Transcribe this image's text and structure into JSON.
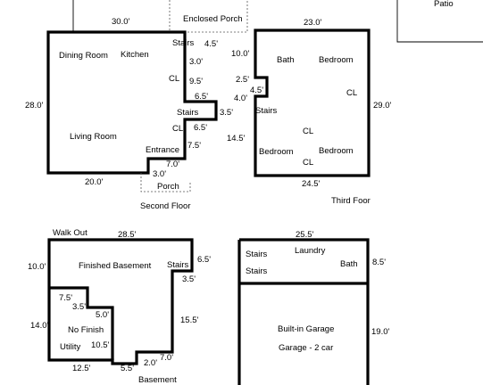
{
  "labels": {
    "second_floor": {
      "caption": "Second Floor",
      "top": "30.0'",
      "left": "28.0'",
      "bottom": "20.0'",
      "enclosed_porch": "Enclosed Porch",
      "stairs_top": "Stairs",
      "dim_4_5": "4.5'",
      "dining_room": "Dining Room",
      "kitchen": "Kitchen",
      "dim_3_0": "3.0'",
      "closet_a": "CL",
      "dim_9_5": "9.5'",
      "dim_6_5_a": "6.5'",
      "stairs_mid": "Stairs",
      "dim_3_5": "3.5'",
      "closet_b": "CL",
      "dim_6_5_b": "6.5'",
      "living_room": "Living Room",
      "entrance": "Entrance",
      "dim_7_5": "7.5'",
      "dim_7_0": "7.0'",
      "dim_3_0_b": "3.0'",
      "porch": "Porch"
    },
    "third_floor": {
      "caption": "Third Foor",
      "top": "23.0'",
      "dim_10_0": "10.0'",
      "bath": "Bath",
      "bedroom_top": "Bedroom",
      "dim_2_5": "2.5'",
      "dim_4_5": "4.5'",
      "dim_4_0": "4.0'",
      "closet_right": "CL",
      "right": "29.0'",
      "stairs": "Stairs",
      "dim_14_5": "14.5'",
      "closet_mid": "CL",
      "bedroom_left": "Bedroom",
      "bedroom_right": "Bedroom",
      "closet_low": "CL",
      "bottom": "24.5'"
    },
    "patio": "Patio",
    "basement": {
      "caption": "Basement",
      "walk_out": "Walk Out",
      "top": "28.5'",
      "left": "10.0'",
      "finished_basement": "Finished Basement",
      "stairs": "Stairs",
      "dim_6_5": "6.5'",
      "dim_3_5_right": "3.5'",
      "dim_7_5": "7.5'",
      "dim_3_5": "3.5'",
      "dim_5_0": "5.0'",
      "dim_14_0": "14.0'",
      "no_finish": "No Finish",
      "utility": "Utility",
      "dim_10_5": "10.5'",
      "dim_15_5": "15.5'",
      "dim_12_5": "12.5'",
      "dim_5_5": "5.5'",
      "dim_2_0": "2.0'",
      "dim_7_0": "7.0'"
    },
    "garage": {
      "top": "25.5'",
      "stairs_a": "Stairs",
      "laundry": "Laundry",
      "stairs_b": "Stairs",
      "bath": "Bath",
      "dim_8_5": "8.5'",
      "built_in": "Built-in Garage",
      "capacity": "Garage - 2 car",
      "right": "19.0'"
    }
  }
}
